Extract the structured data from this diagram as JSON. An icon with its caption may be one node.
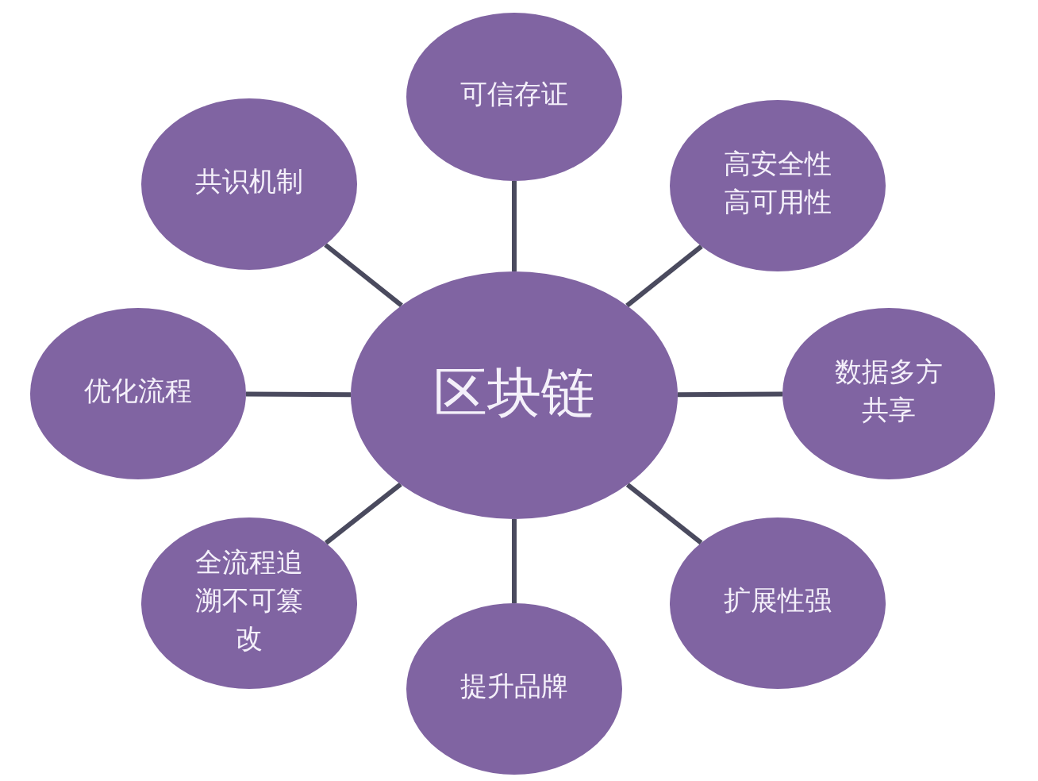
{
  "diagram": {
    "nodes": [
      {
        "text": [
          "可信存证"
        ]
      },
      {
        "text": [
          "共识机制"
        ]
      },
      {
        "text": [
          "高安全性高可用性"
        ]
      },
      {
        "text": [
          "优化流程"
        ]
      },
      {
        "text": [
          "区块链"
        ]
      },
      {
        "text": [
          "数据多方共享"
        ]
      },
      {
        "text": [
          "全流程追溯不可篡改"
        ]
      },
      {
        "text": [
          "扩展性强"
        ]
      },
      {
        "text": [
          "提升品牌"
        ]
      }
    ],
    "edges": [
      {
        "from": 4,
        "to": 0,
        "arrow": "none"
      },
      {
        "from": 4,
        "to": 1,
        "arrow": "none"
      },
      {
        "from": 4,
        "to": 2,
        "arrow": "none"
      },
      {
        "from": 4,
        "to": 3,
        "arrow": "none"
      },
      {
        "from": 4,
        "to": 5,
        "arrow": "none"
      },
      {
        "from": 4,
        "to": 6,
        "arrow": "none"
      },
      {
        "from": 4,
        "to": 7,
        "arrow": "none"
      },
      {
        "from": 4,
        "to": 8,
        "arrow": "none"
      }
    ]
  }
}
